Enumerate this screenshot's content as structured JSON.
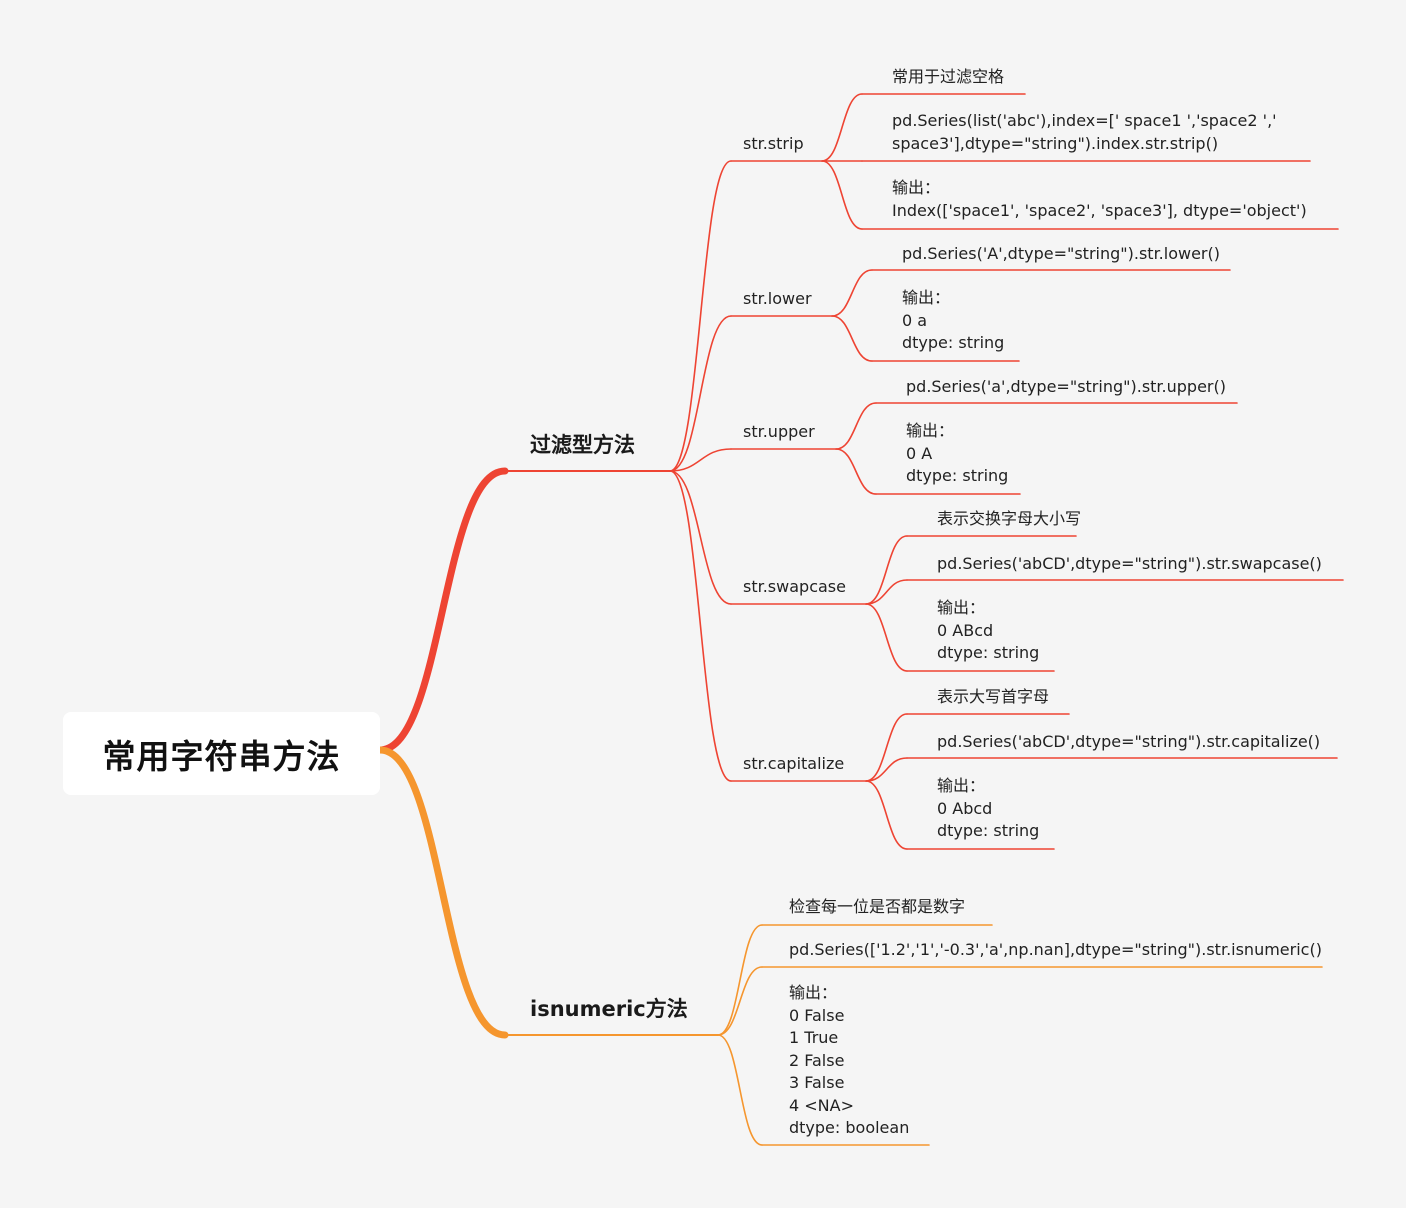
{
  "root": {
    "title": "常用字符串方法"
  },
  "colors": {
    "branch_filter": "#ee4433",
    "branch_numeric": "#f5962e",
    "background": "#f5f5f5"
  },
  "branches": [
    {
      "title": "过滤型方法",
      "methods": [
        {
          "name": "str.strip",
          "items": [
            [
              "常用于过滤空格"
            ],
            [
              "pd.Series(list('abc'),index=[' space1  ','space2  ','",
              "space3'],dtype=\"string\").index.str.strip()"
            ],
            [
              "输出：",
              "Index(['space1', 'space2', 'space3'], dtype='object')"
            ]
          ]
        },
        {
          "name": "str.lower",
          "items": [
            [
              "pd.Series('A',dtype=\"string\").str.lower()"
            ],
            [
              "输出：",
              "0    a",
              "dtype: string"
            ]
          ]
        },
        {
          "name": "str.upper",
          "items": [
            [
              "pd.Series('a',dtype=\"string\").str.upper()"
            ],
            [
              "输出：",
              "0    A",
              "dtype: string"
            ]
          ]
        },
        {
          "name": "str.swapcase",
          "items": [
            [
              "表示交换字母大小写"
            ],
            [
              "pd.Series('abCD',dtype=\"string\").str.swapcase()"
            ],
            [
              "输出：",
              "0    ABcd",
              "dtype: string"
            ]
          ]
        },
        {
          "name": "str.capitalize",
          "items": [
            [
              "表示大写首字母"
            ],
            [
              "pd.Series('abCD',dtype=\"string\").str.capitalize()"
            ],
            [
              "输出：",
              "0    Abcd",
              "dtype: string"
            ]
          ]
        }
      ]
    },
    {
      "title": "isnumeric方法",
      "items": [
        [
          "检查每一位是否都是数字"
        ],
        [
          "pd.Series(['1.2','1','-0.3','a',np.nan],dtype=\"string\").str.isnumeric()"
        ],
        [
          "输出：",
          "0    False",
          "1    True",
          "2    False",
          "3    False",
          "4     <NA>",
          "dtype: boolean"
        ]
      ]
    }
  ]
}
